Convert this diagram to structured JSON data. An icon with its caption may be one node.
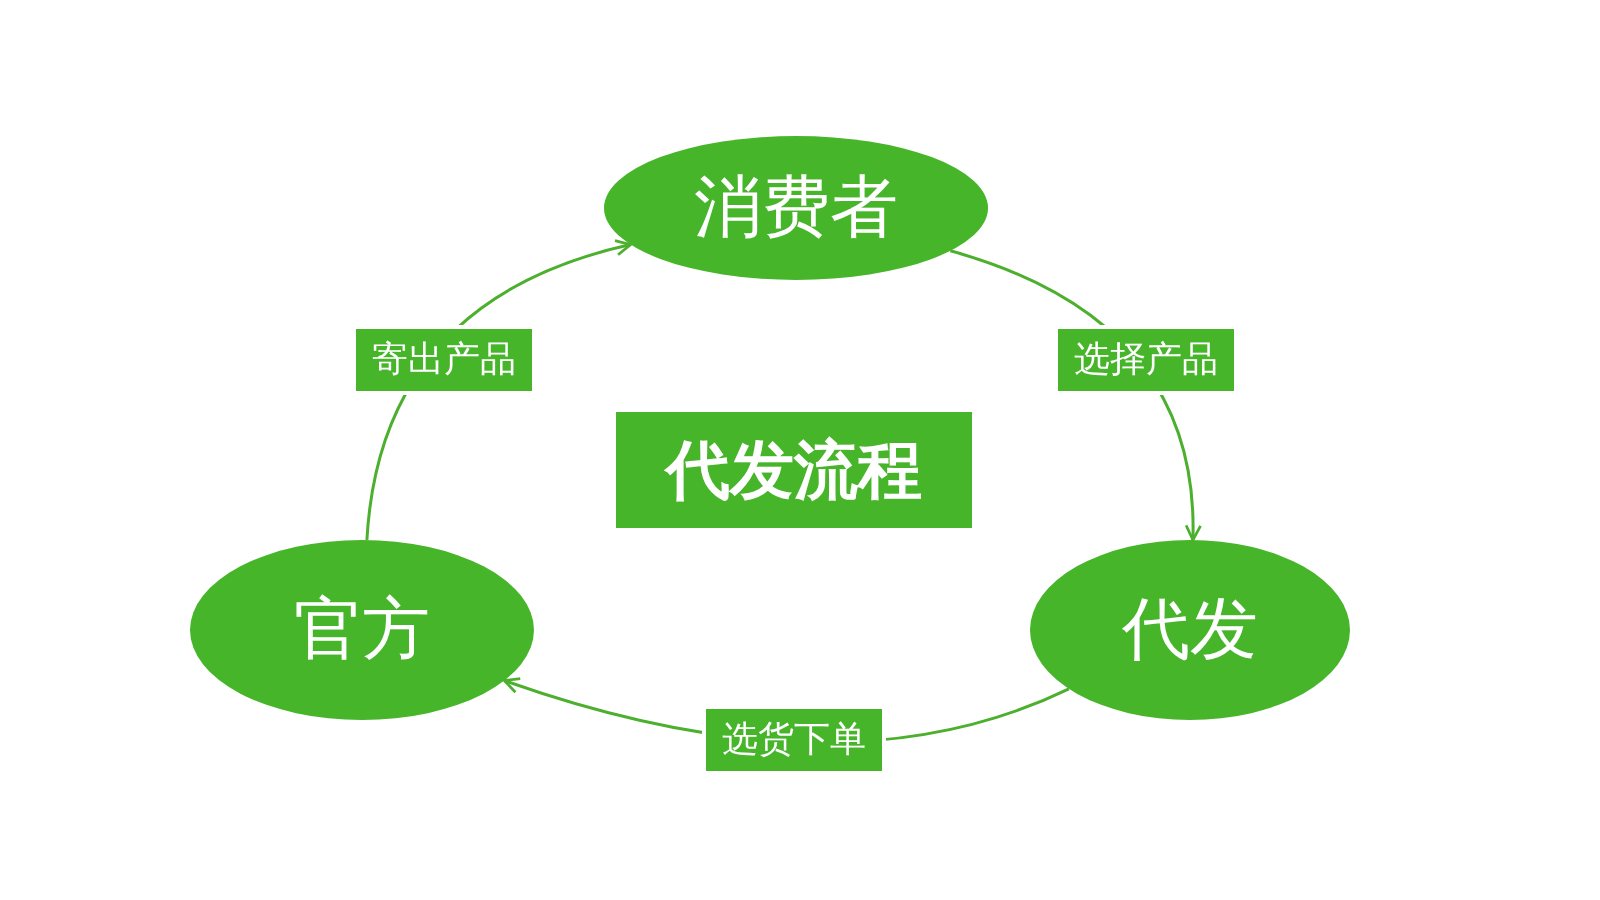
{
  "diagram": {
    "title": "代发流程",
    "nodes": [
      {
        "text": [
          "消费者"
        ]
      },
      {
        "text": [
          "代发"
        ]
      },
      {
        "text": [
          "官方"
        ]
      }
    ],
    "edges": [
      {
        "from": 2,
        "to": 0,
        "arrow": "to",
        "label": "寄出产品"
      },
      {
        "from": 0,
        "to": 1,
        "arrow": "to",
        "label": "选择产品"
      },
      {
        "from": 1,
        "to": 2,
        "arrow": "to",
        "label": "选货下单"
      }
    ]
  }
}
